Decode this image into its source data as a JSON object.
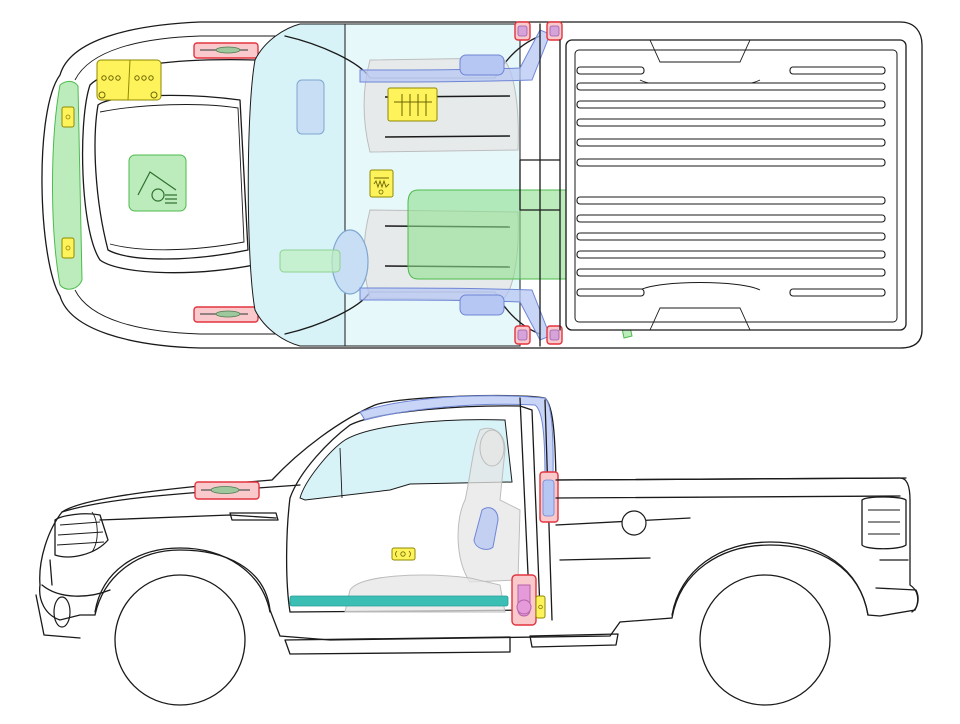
{
  "colors": {
    "outline": "#1a1a1a",
    "glass": "#d7f3f8",
    "curtain_airbag": "#b7c7f3",
    "crash_sensor": "#e2343f",
    "control_module": "#fff35c",
    "zone_green": "#8fe08f",
    "rocker_teal": "#3bbfb5",
    "seat_grey": "#e6e6e6"
  },
  "views": [
    {
      "id": "top",
      "kind": "plan-view"
    },
    {
      "id": "side",
      "kind": "side-elevation"
    }
  ],
  "icons": {
    "hood_zone": "hood-release-icon",
    "sensor": "sensor-icon",
    "module": "control-module-icon",
    "occupant_sensor": "occupant-sensor-icon"
  }
}
